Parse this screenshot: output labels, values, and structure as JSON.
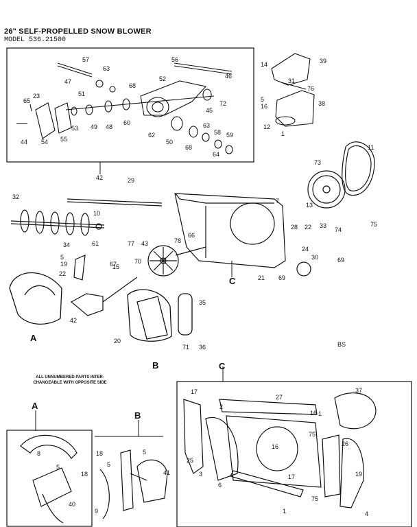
{
  "header": {
    "title": "26\" SELF-PROPELLED SNOW BLOWER",
    "model": "MODEL 536.21500"
  },
  "notes": {
    "unnumbered": "ALL UNNUMBERED PARTS INTER-CHANGEABLE WITH OPPOSITE SIDE",
    "code": "BS"
  },
  "sections": {
    "a": "A",
    "b": "B",
    "c": "C"
  },
  "part_labels": {
    "top_assembly": [
      "57",
      "63",
      "47",
      "52",
      "68",
      "56",
      "46",
      "65",
      "23",
      "51",
      "44",
      "54",
      "55",
      "53",
      "49",
      "48",
      "60",
      "62",
      "72",
      "45",
      "63",
      "58",
      "59",
      "50",
      "68",
      "64"
    ],
    "chute": [
      "14",
      "39",
      "31",
      "76",
      "5",
      "16",
      "38",
      "12",
      "1"
    ],
    "main": [
      "42",
      "29",
      "32",
      "10",
      "7",
      "13",
      "28",
      "22",
      "33",
      "73",
      "11",
      "75",
      "74",
      "69",
      "66",
      "78",
      "34",
      "61",
      "5",
      "77",
      "43",
      "70",
      "19",
      "67",
      "15",
      "22",
      "24",
      "30",
      "21",
      "69",
      "35",
      "42",
      "20",
      "71",
      "36"
    ],
    "detail_c": [
      "17",
      "37",
      "27",
      "2",
      "16",
      "1",
      "75",
      "26",
      "16",
      "25",
      "3",
      "6",
      "17",
      "1",
      "75",
      "19",
      "4"
    ],
    "detail_a": [
      "8",
      "5",
      "18",
      "40"
    ],
    "detail_b": [
      "18",
      "5",
      "41",
      "5",
      "9"
    ]
  }
}
